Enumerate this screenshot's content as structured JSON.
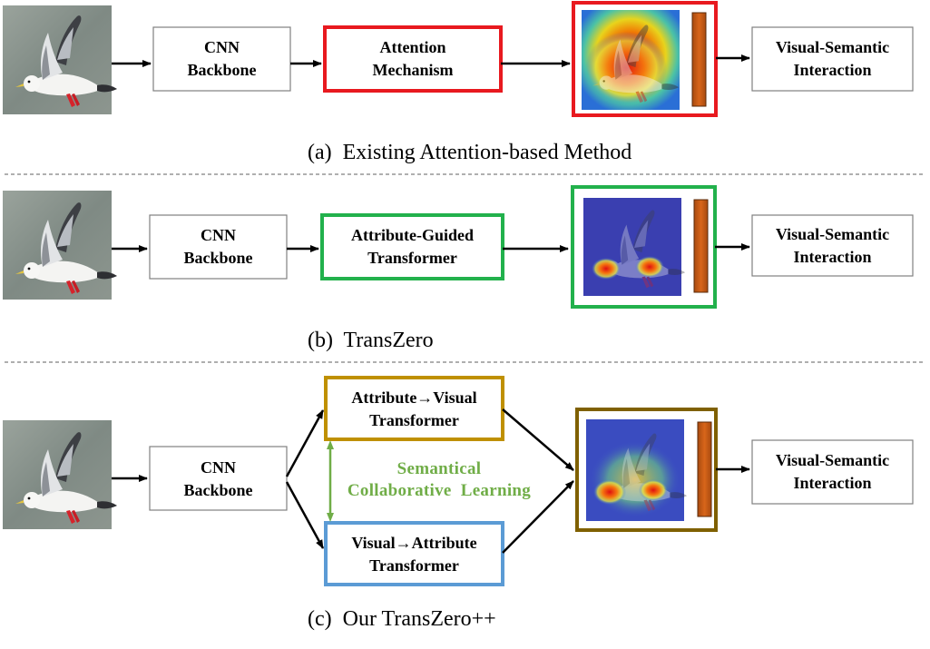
{
  "panels": [
    {
      "id": "a",
      "caption": "(a)  Existing Attention-based Method",
      "backbone": [
        "CNN",
        "Backbone"
      ],
      "module": [
        "Attention",
        "Mechanism"
      ],
      "output": [
        "Visual-Semantic",
        "Interaction"
      ]
    },
    {
      "id": "b",
      "caption": "(b)  TransZero",
      "backbone": [
        "CNN",
        "Backbone"
      ],
      "module": [
        "Attribute-Guided",
        "Transformer"
      ],
      "output": [
        "Visual-Semantic",
        "Interaction"
      ]
    },
    {
      "id": "c",
      "caption": "(c)  Our TransZero++",
      "backbone": [
        "CNN",
        "Backbone"
      ],
      "module_top": [
        "Attribute→Visual",
        "Transformer"
      ],
      "module_bottom": [
        "Visual→Attribute",
        "Transformer"
      ],
      "collab": [
        "Semantical",
        "Collaborative  Learning"
      ],
      "output": [
        "Visual-Semantic",
        "Interaction"
      ]
    }
  ],
  "colors": {
    "attention_border": "#e8191f",
    "transzero_border": "#22b14c",
    "a2v_border": "#bf9000",
    "v2a_border": "#5b9bd5",
    "heatmap_frame_c": "#7f6000",
    "collab_text": "#70ad47",
    "feature_bar": "#c55a11",
    "divider": "#7f7f7f"
  }
}
